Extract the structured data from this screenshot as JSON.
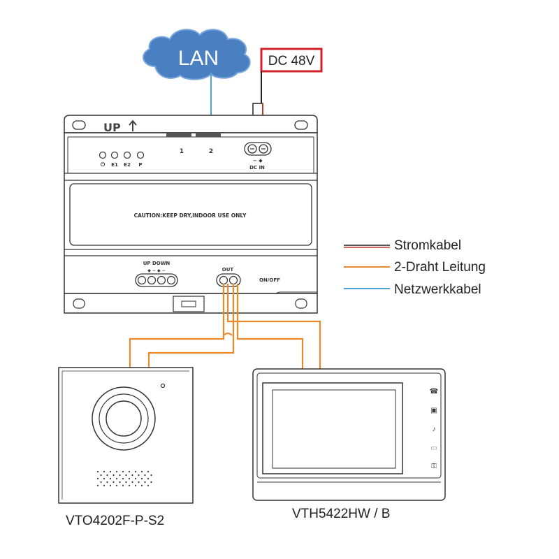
{
  "cloud": {
    "label": "LAN",
    "color": "#4a7fc1"
  },
  "power_supply": {
    "label": "DC 48V",
    "box_color": "#d0202a"
  },
  "switch": {
    "up_label": "UP",
    "up_arrow": "arrow-up-icon",
    "port_labels": [
      "1",
      "2"
    ],
    "leds": [
      "⏻",
      "E1",
      "E2",
      "P"
    ],
    "dc_in_label": "DC IN",
    "caution": "CAUTION:KEEP DRY,INDOOR USE ONLY",
    "updown_label": "UP DOWN",
    "out_label": "OUT",
    "onoff_label": "ON/OFF"
  },
  "legend": {
    "items": [
      {
        "label": "Stromkabel",
        "color": "#8b1a1a"
      },
      {
        "label": "2-Draht Leitung",
        "color": "#e8892a"
      },
      {
        "label": "Netzwerkkabel",
        "color": "#4aa3d6"
      }
    ]
  },
  "devices": {
    "outdoor_station": {
      "label": "VTO4202F-P-S2"
    },
    "indoor_monitor": {
      "label": "VTH5422HW / B"
    }
  }
}
